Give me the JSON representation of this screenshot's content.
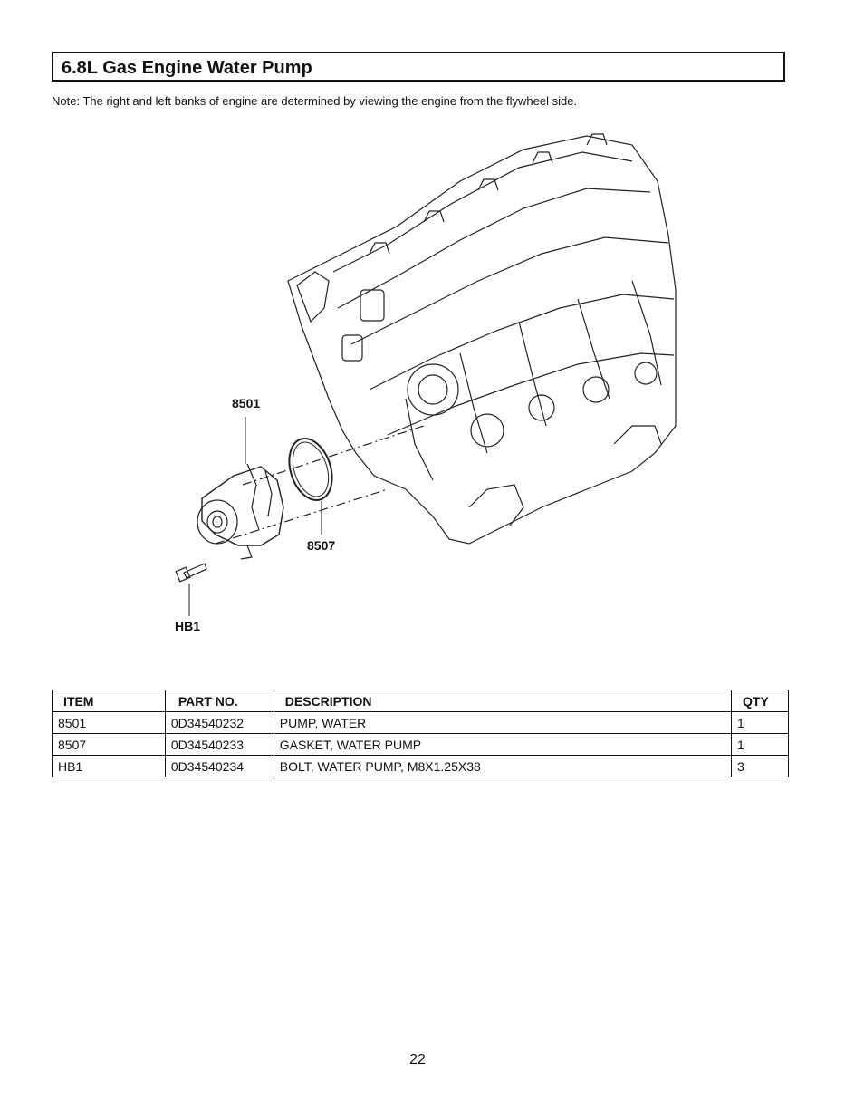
{
  "page": {
    "title": "6.8L Gas Engine Water Pump",
    "note": "Note: The right and left banks of engine are determined by viewing the engine from the flywheel side.",
    "page_number": "22"
  },
  "diagram": {
    "callouts": [
      "8501",
      "8507",
      "HB1"
    ]
  },
  "table": {
    "headers": [
      "ITEM",
      "PART NO.",
      "DESCRIPTION",
      "QTY"
    ],
    "rows": [
      [
        "8501",
        "0D34540232",
        "PUMP, WATER",
        "1"
      ],
      [
        "8507",
        "0D34540233",
        "GASKET, WATER PUMP",
        "1"
      ],
      [
        "HB1",
        "0D34540234",
        "BOLT, WATER PUMP, M8X1.25X38",
        "3"
      ]
    ]
  }
}
